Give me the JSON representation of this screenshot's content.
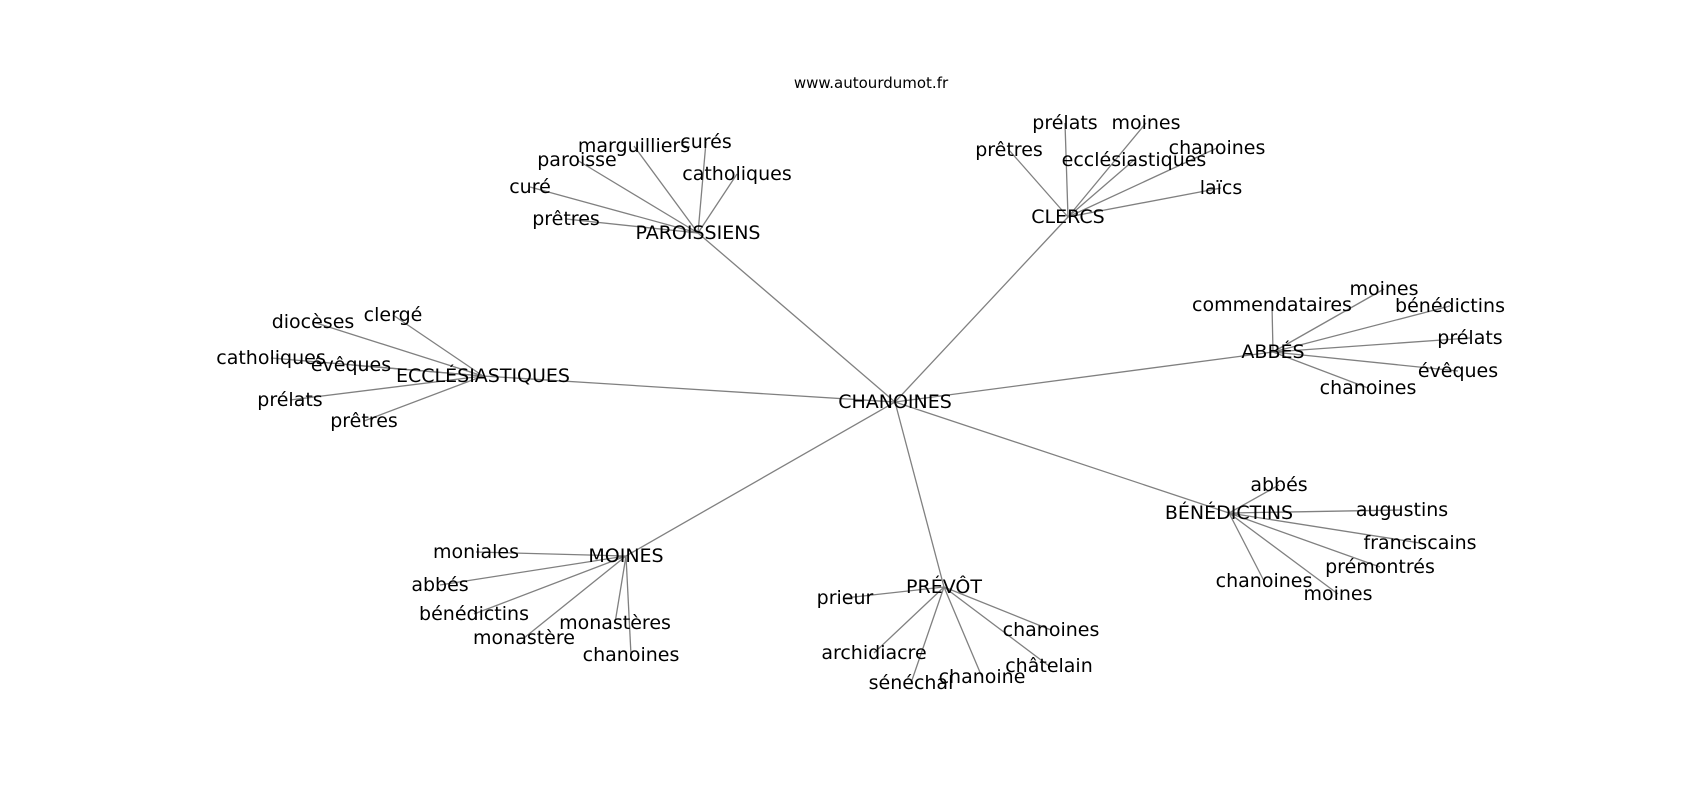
{
  "header": {
    "site": "www.autourdumot.fr"
  },
  "graph": {
    "center": "CHANOINES",
    "clusters": [
      {
        "label": "PAROISSIENS",
        "leaves": [
          "marguilliers",
          "curés",
          "paroisse",
          "catholiques",
          "curé",
          "prêtres"
        ]
      },
      {
        "label": "CLERCS",
        "leaves": [
          "prélats",
          "moines",
          "prêtres",
          "chanoines",
          "ecclésiastiques",
          "laïcs"
        ]
      },
      {
        "label": "ECCLÉSIASTIQUES",
        "leaves": [
          "diocèses",
          "clergé",
          "catholiques",
          "évêques",
          "prélats",
          "prêtres"
        ]
      },
      {
        "label": "ABBÉS",
        "leaves": [
          "moines",
          "commendataires",
          "bénédictins",
          "prélats",
          "évêques",
          "chanoines"
        ]
      },
      {
        "label": "BÉNÉDICTINS",
        "leaves": [
          "abbés",
          "augustins",
          "franciscains",
          "prémontrés",
          "chanoines",
          "moines"
        ]
      },
      {
        "label": "MOINES",
        "leaves": [
          "moniales",
          "abbés",
          "bénédictins",
          "monastères",
          "monastère",
          "chanoines"
        ]
      },
      {
        "label": "PRÉVÔT",
        "leaves": [
          "prieur",
          "chanoines",
          "archidiacre",
          "châtelain",
          "chanoine",
          "sénéchal"
        ]
      }
    ]
  }
}
